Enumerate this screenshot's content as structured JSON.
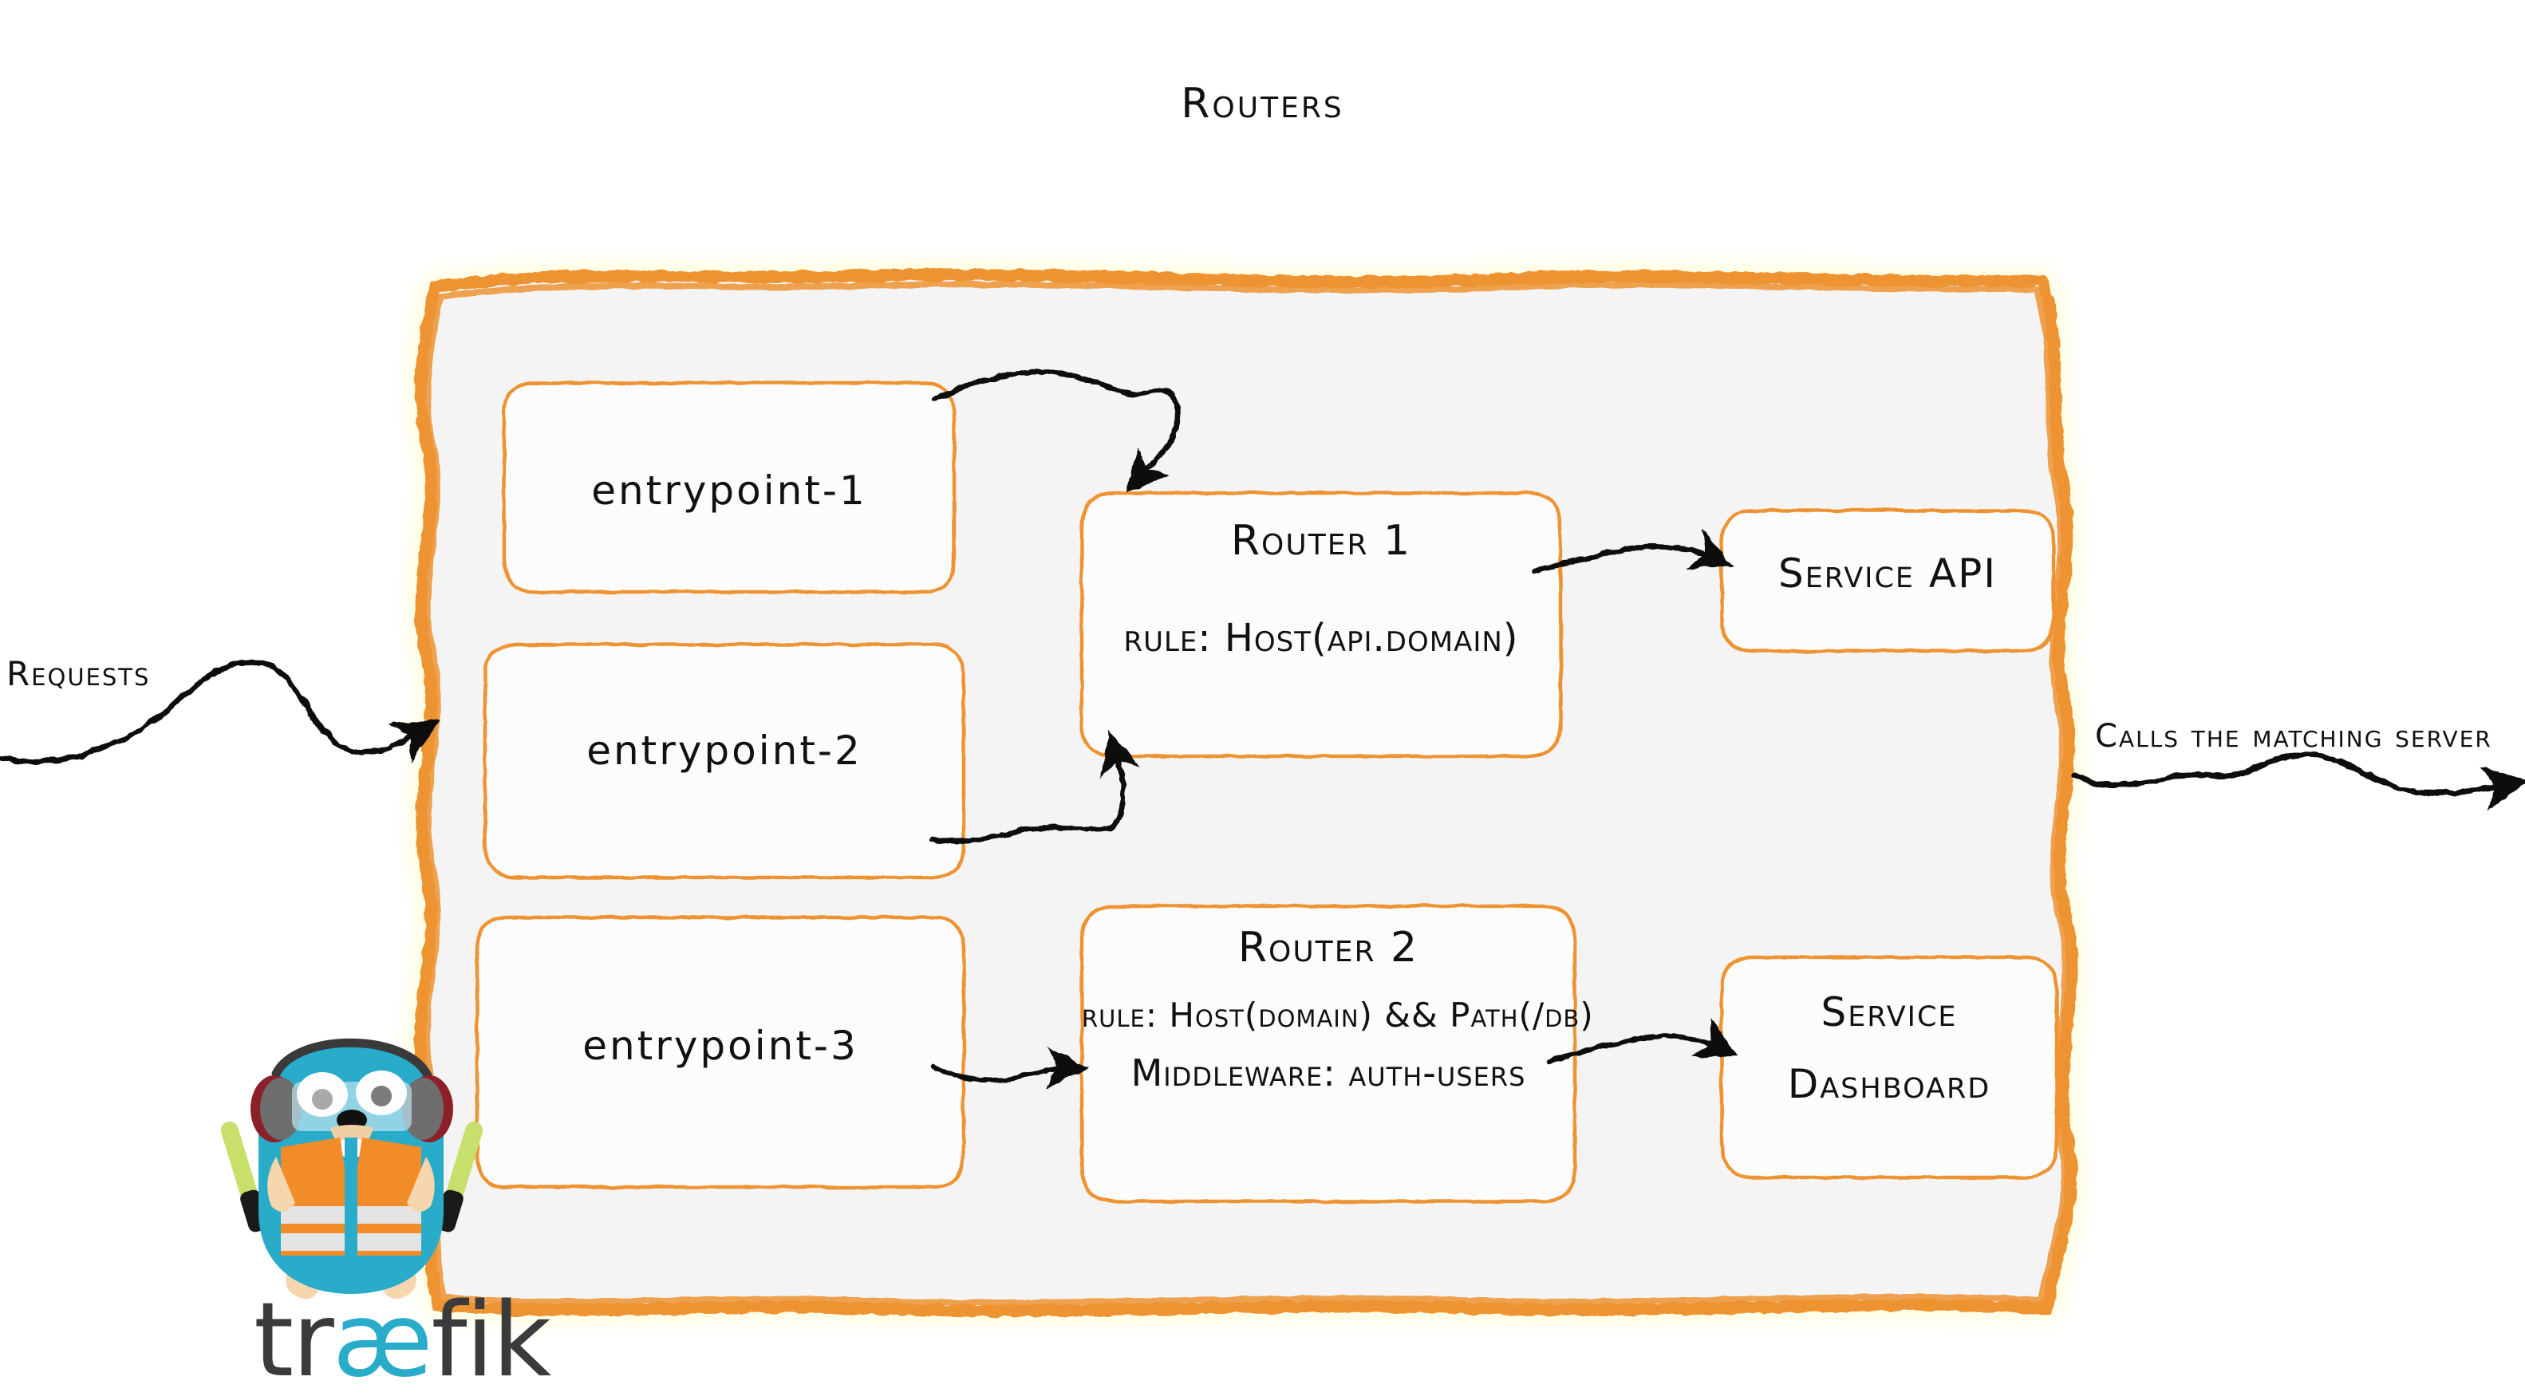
{
  "diagram": {
    "title": "Routers",
    "colors": {
      "brand_orange": "#EE9330",
      "container_fill": "#F4F4F4",
      "box_fill": "#FCFCFC",
      "ink": "#111111",
      "gopher_body": "#29ABCA",
      "gopher_vest": "#F28C28",
      "gopher_wand": "#C6E06B",
      "logo_dark": "#3B3B3B",
      "logo_accent": "#29ABCA"
    },
    "left_label": "Requests",
    "right_label": "Calls the matching server",
    "entrypoints": [
      {
        "label": "entrypoint-1"
      },
      {
        "label": "entrypoint-2"
      },
      {
        "label": "entrypoint-3"
      }
    ],
    "routers": [
      {
        "name": "Router 1",
        "lines": [
          "rule: Host(api.domain)"
        ]
      },
      {
        "name": "Router 2",
        "lines": [
          "rule: Host(domain) && Path(/db)",
          "Middleware: auth-users"
        ]
      }
    ],
    "services": [
      {
        "lines": [
          "Service API"
        ]
      },
      {
        "lines": [
          "Service",
          "Dashboard"
        ]
      }
    ],
    "logo": {
      "text_part1": "tr",
      "text_accent": "æ",
      "text_part2": "fik"
    }
  }
}
